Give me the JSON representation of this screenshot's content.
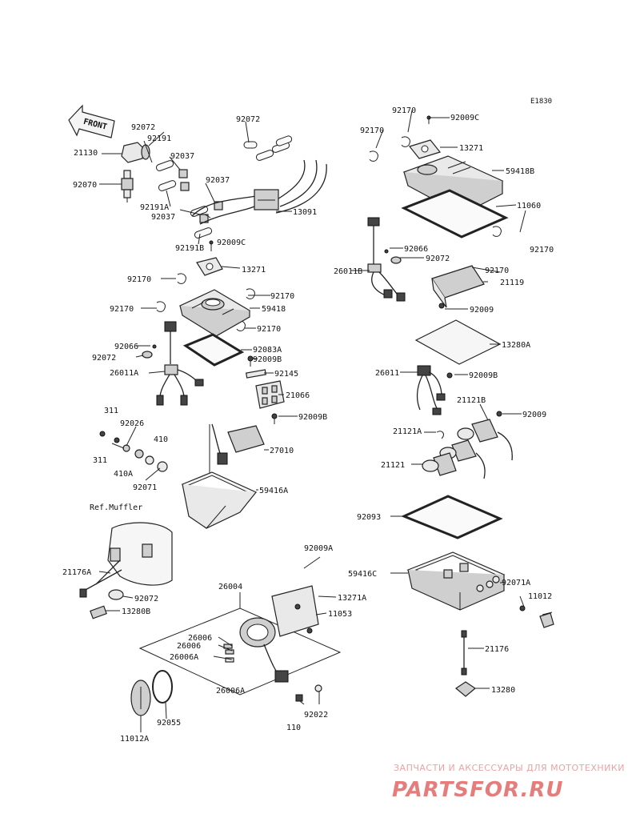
{
  "figure_code": "E1830",
  "front_label": "FRONT",
  "ref_muffler": "Ref.Muffler",
  "watermark": {
    "top": "ЗАПЧАСТИ И АКСЕССУАРЫ ДЛЯ МОТОТЕХНИКИ",
    "main": "PARTSFOR.RU"
  },
  "parts": [
    "92072",
    "92191",
    "92037",
    "21130",
    "92070",
    "92037",
    "92191A",
    "92037",
    "13091",
    "92072",
    "92191B",
    "92009C",
    "13271",
    "92170",
    "92170",
    "59418",
    "92170",
    "92170",
    "92066",
    "92072",
    "26011A",
    "92083A",
    "92009B",
    "92145",
    "21066",
    "92009B",
    "311",
    "92026",
    "410",
    "311",
    "410A",
    "92071",
    "27010",
    "59416A",
    "21176A",
    "92072",
    "13280B",
    "26004",
    "92009A",
    "13271A",
    "11053",
    "26006",
    "26006",
    "26006A",
    "26006A",
    "92055",
    "11012A",
    "110",
    "92022",
    "92170",
    "92009C",
    "92170",
    "13271",
    "59418B",
    "11060",
    "92170",
    "92066",
    "92072",
    "26011B",
    "92170",
    "21119",
    "92009",
    "13280A",
    "26011",
    "92009B",
    "21121B",
    "92009",
    "21121A",
    "21121",
    "92093",
    "59416C",
    "92071A",
    "11012",
    "21176",
    "13280"
  ]
}
